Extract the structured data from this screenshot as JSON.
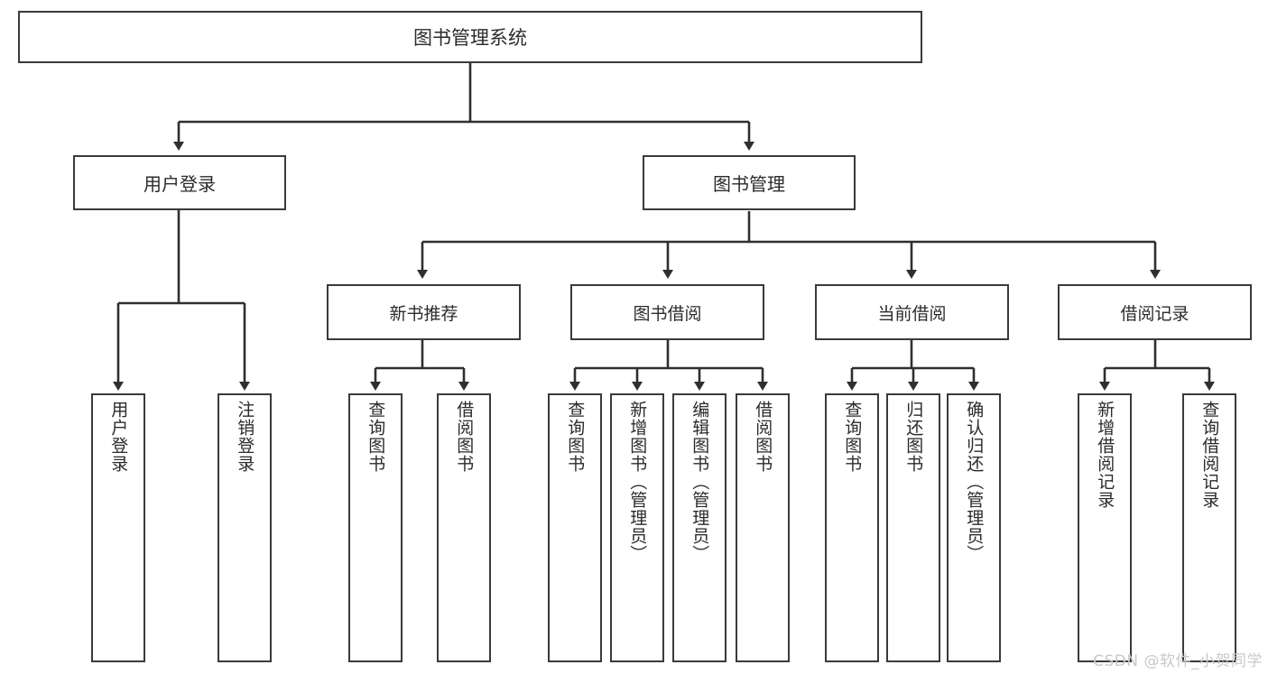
{
  "diagram": {
    "title_node": {
      "label": "图书管理系统"
    },
    "level1": [
      {
        "id": "user-login",
        "label": "用户登录"
      },
      {
        "id": "book-manage",
        "label": "图书管理"
      }
    ],
    "level2": [
      {
        "id": "new-book-recommend",
        "label": "新书推荐"
      },
      {
        "id": "book-borrow",
        "label": "图书借阅"
      },
      {
        "id": "current-borrow",
        "label": "当前借阅"
      },
      {
        "id": "borrow-record",
        "label": "借阅记录"
      }
    ],
    "leaves": [
      {
        "id": "leaf-user-login",
        "label": "用户登录"
      },
      {
        "id": "leaf-user-logout",
        "label": "注销登录"
      },
      {
        "id": "leaf-query-book-1",
        "label": "查询图书"
      },
      {
        "id": "leaf-borrow-book-1",
        "label": "借阅图书"
      },
      {
        "id": "leaf-query-book-2",
        "label": "查询图书"
      },
      {
        "id": "leaf-add-book",
        "label": "新增图书（管理员）"
      },
      {
        "id": "leaf-edit-book",
        "label": "编辑图书（管理员）"
      },
      {
        "id": "leaf-borrow-book-2",
        "label": "借阅图书"
      },
      {
        "id": "leaf-query-book-3",
        "label": "查询图书"
      },
      {
        "id": "leaf-return-book",
        "label": "归还图书"
      },
      {
        "id": "leaf-confirm-return",
        "label": "确认归还（管理员）"
      },
      {
        "id": "leaf-add-record",
        "label": "新增借阅记录"
      },
      {
        "id": "leaf-query-record",
        "label": "查询借阅记录"
      }
    ]
  },
  "watermark": {
    "text": "CSDN @软件_小贺同学"
  },
  "colors": {
    "box_border": "#3a3a3a",
    "line": "#2f2f2f",
    "text": "#2b2b2b",
    "background": "#ffffff",
    "watermark": "#c9c9c9"
  }
}
